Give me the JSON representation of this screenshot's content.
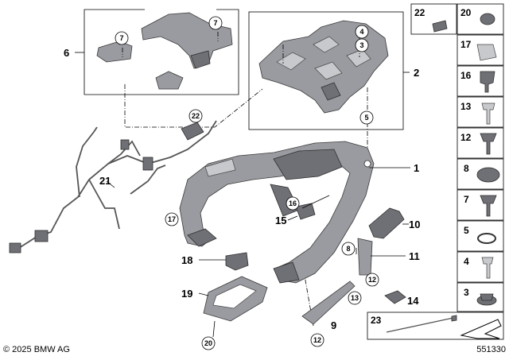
{
  "diagram": {
    "callouts": {
      "c1": "1",
      "c2": "2",
      "c4": "4",
      "c3": "3",
      "c5": "5",
      "c6": "6",
      "c7a": "7",
      "c7b": "7",
      "c8": "8",
      "c9": "9",
      "c10": "10",
      "c11": "11",
      "c12a": "12",
      "c12b": "12",
      "c13": "13",
      "c14": "14",
      "c15": "15",
      "c16": "16",
      "c17": "17",
      "c18": "18",
      "c19": "19",
      "c20": "20",
      "c21": "21",
      "c22": "22"
    },
    "panel": [
      {
        "left": "22",
        "right": "20"
      },
      {
        "left": "",
        "right": "17"
      },
      {
        "left": "",
        "right": "16"
      },
      {
        "left": "",
        "right": "13"
      },
      {
        "left": "",
        "right": "12"
      },
      {
        "left": "",
        "right": "8"
      },
      {
        "left": "",
        "right": "7"
      },
      {
        "left": "",
        "right": "5"
      },
      {
        "left": "",
        "right": "4"
      },
      {
        "left": "",
        "right": "3"
      }
    ],
    "panel_bottom_label": "23",
    "copyright": "© 2025 BMW AG",
    "diagram_id": "551330"
  }
}
